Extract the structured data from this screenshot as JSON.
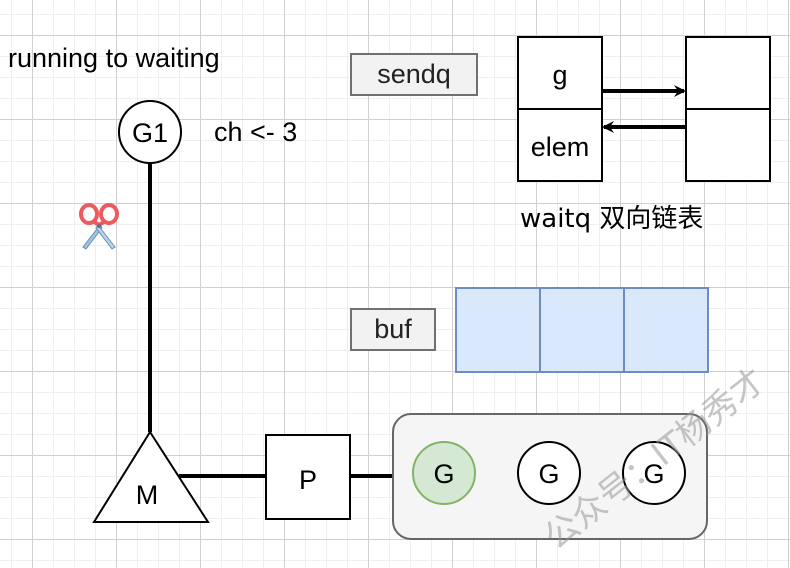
{
  "title": "running to waiting",
  "goroutine": {
    "label": "G1",
    "statement": "ch <- 3"
  },
  "cut_icon": "scissors-icon",
  "sendq": {
    "label": "sendq",
    "waitq_caption": "waitq 双向链表",
    "node_fields": [
      "g",
      "elem"
    ],
    "next_node_fields": [
      "",
      ""
    ]
  },
  "buf": {
    "label": "buf",
    "slots": 3
  },
  "machine": {
    "label": "M"
  },
  "processor": {
    "label": "P"
  },
  "run_queue": {
    "items": [
      "G",
      "G",
      "G"
    ],
    "active_index": 0
  },
  "watermark": "公众号：IT杨秀才",
  "colors": {
    "active_g_fill": "#d5e8d4",
    "active_g_stroke": "#82b366",
    "buf_fill": "#dae8fc",
    "buf_stroke": "#6c8ebf",
    "queue_fill": "#f5f5f5",
    "queue_stroke": "#666666"
  }
}
